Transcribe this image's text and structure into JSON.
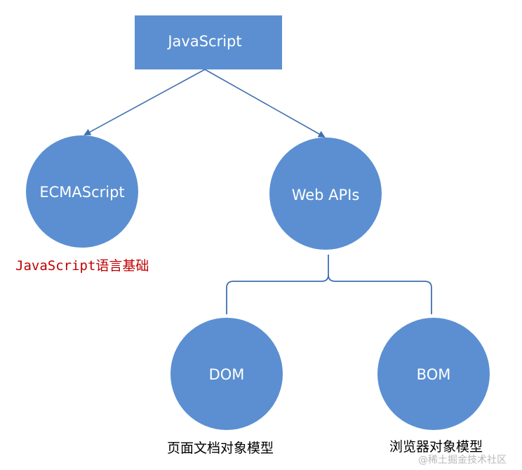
{
  "nodes": {
    "javascript": "JavaScript",
    "ecmascript": "ECMAScript",
    "web_apis": "Web APIs",
    "dom": "DOM",
    "bom": "BOM"
  },
  "labels": {
    "ecmascript_desc": "JavaScript语言基础",
    "dom_desc": "页面文档对象模型",
    "bom_desc": "浏览器对象模型"
  },
  "watermark": "@稀土掘金技术社区",
  "colors": {
    "node_fill": "#5B8FD2",
    "line": "#3F6FAE",
    "ecmascript_label": "#C00000"
  }
}
